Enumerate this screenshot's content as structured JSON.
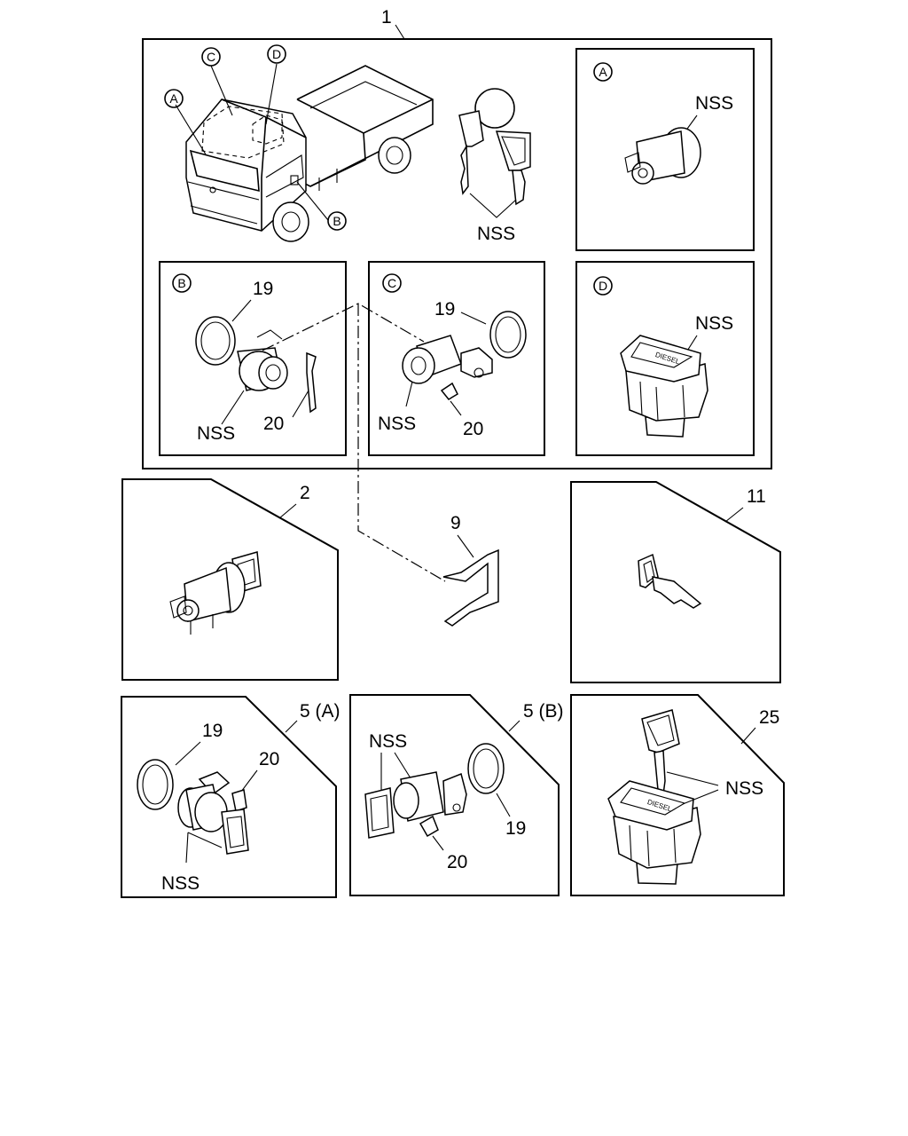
{
  "labels": {
    "main_assembly": "1",
    "part_2": "2",
    "part_9": "9",
    "part_11": "11",
    "part_5a": "5 (A)",
    "part_5b": "5 (B)",
    "part_25": "25",
    "ring_19": "19",
    "clip_20": "20",
    "nss": "NSS"
  },
  "callouts": {
    "a": "A",
    "b": "B",
    "c": "C",
    "d": "D"
  },
  "stamp_text": "DIESEL"
}
